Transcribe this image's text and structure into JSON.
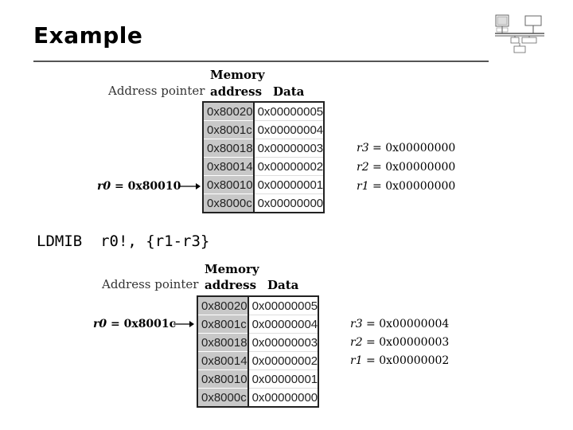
{
  "slide": {
    "title": "Example"
  },
  "instruction": {
    "mnemonic": "LDMIB",
    "operands": "r0!, {r1-r3}"
  },
  "diagrams": {
    "before": {
      "address_pointer_label": "Address pointer",
      "memory_header_1": "Memory",
      "memory_header_2": "address",
      "data_header": "Data",
      "pointer": {
        "reg": "r0",
        "text": " = 0x80010"
      },
      "rows": [
        {
          "address": "0x80020",
          "data": "0x00000005"
        },
        {
          "address": "0x8001c",
          "data": "0x00000004"
        },
        {
          "address": "0x80018",
          "data": "0x00000003"
        },
        {
          "address": "0x80014",
          "data": "0x00000002"
        },
        {
          "address": "0x80010",
          "data": "0x00000001"
        },
        {
          "address": "0x8000c",
          "data": "0x00000000"
        }
      ],
      "registers": [
        {
          "reg": "r3",
          "text": " = 0x00000000"
        },
        {
          "reg": "r2",
          "text": " = 0x00000000"
        },
        {
          "reg": "r1",
          "text": " = 0x00000000"
        }
      ]
    },
    "after": {
      "address_pointer_label": "Address pointer",
      "memory_header_1": "Memory",
      "memory_header_2": "address",
      "data_header": "Data",
      "pointer": {
        "reg": "r0",
        "text": " = 0x8001c"
      },
      "rows": [
        {
          "address": "0x80020",
          "data": "0x00000005"
        },
        {
          "address": "0x8001c",
          "data": "0x00000004"
        },
        {
          "address": "0x80018",
          "data": "0x00000003"
        },
        {
          "address": "0x80014",
          "data": "0x00000002"
        },
        {
          "address": "0x80010",
          "data": "0x00000001"
        },
        {
          "address": "0x8000c",
          "data": "0x00000000"
        }
      ],
      "registers": [
        {
          "reg": "r3",
          "text": " = 0x00000004"
        },
        {
          "reg": "r2",
          "text": " = 0x00000003"
        },
        {
          "reg": "r1",
          "text": " = 0x00000002"
        }
      ]
    }
  },
  "colors": {
    "address_cell": "#c8c8c8",
    "data_cell": "#ffffff",
    "rule": "#555555"
  }
}
